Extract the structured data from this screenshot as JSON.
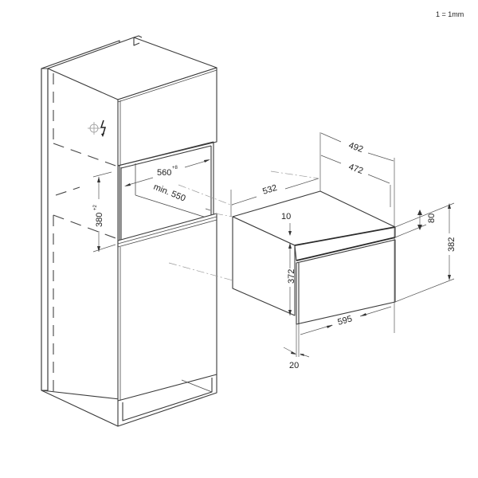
{
  "scale_note": "1 = 1mm",
  "cabinet": {
    "niche_width": "560",
    "niche_width_tolerance": "+8",
    "niche_depth": "min. 550",
    "niche_height": "380",
    "niche_height_tolerance": "+2",
    "power_symbol": "electrical-connection"
  },
  "appliance": {
    "depth_outer": "492",
    "depth_inner": "472",
    "side_depth": "532",
    "panel_offset": "10",
    "panel_height": "80",
    "total_height": "382",
    "body_height": "372",
    "width": "595",
    "front_thickness": "20"
  },
  "colors": {
    "line": "#3a3a3a",
    "dimension": "#555555",
    "centerline": "#9a9a9a",
    "background": "#ffffff"
  }
}
